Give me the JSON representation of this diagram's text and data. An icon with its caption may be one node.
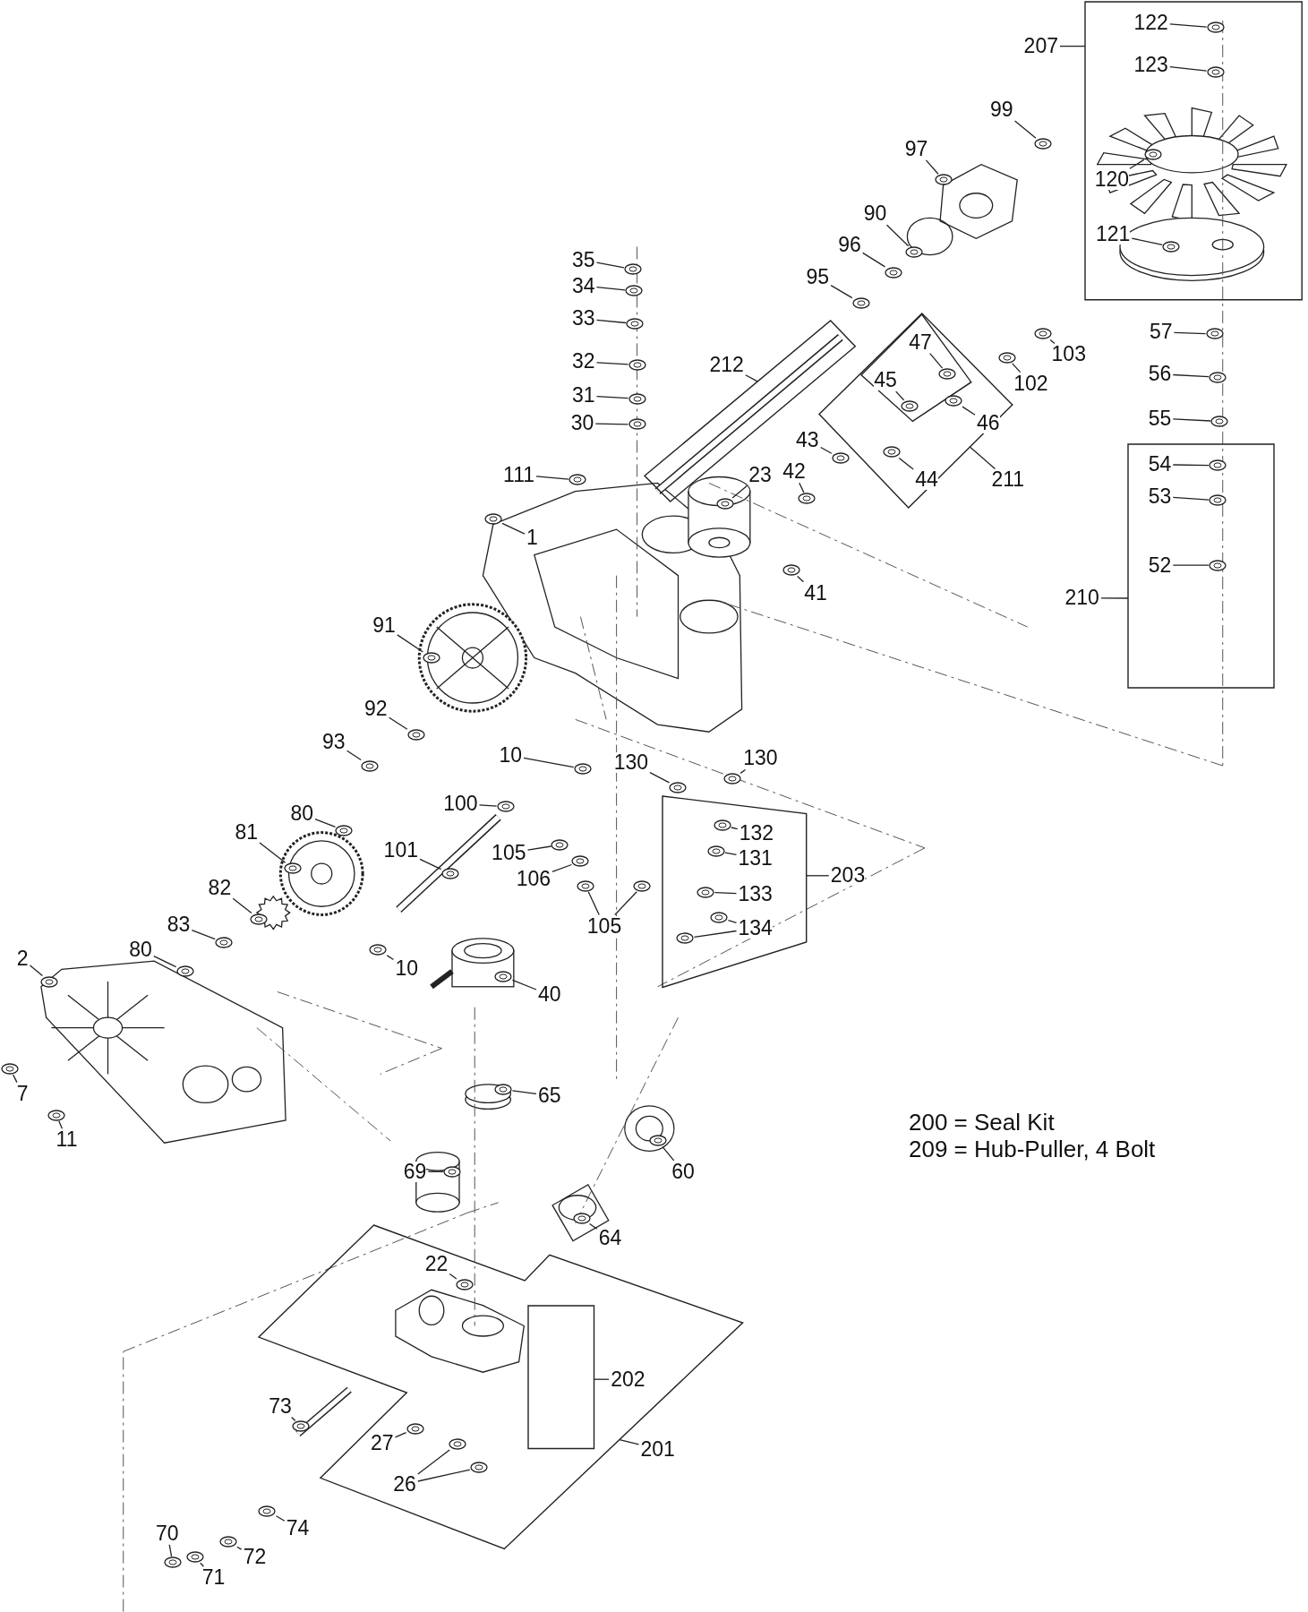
{
  "diagram": {
    "nodes": [
      {
        "text": [],
        "shape": "box"
      },
      {
        "text": [
          "122"
        ],
        "in": 0
      },
      {
        "text": [
          "123"
        ],
        "in": 0
      },
      {
        "text": [
          "120"
        ],
        "in": 0
      },
      {
        "text": [
          "121"
        ],
        "in": 0
      },
      {
        "text": [
          "207"
        ]
      },
      {
        "text": [
          "99"
        ]
      },
      {
        "text": [
          "97"
        ]
      },
      {
        "text": [
          "90"
        ]
      },
      {
        "text": [
          "96"
        ]
      },
      {
        "text": [
          "95"
        ]
      },
      {
        "text": [
          "35"
        ]
      },
      {
        "text": [
          "34"
        ]
      },
      {
        "text": [
          "33"
        ]
      },
      {
        "text": [
          "32"
        ]
      },
      {
        "text": [
          "31"
        ]
      },
      {
        "text": [
          "30"
        ]
      },
      {
        "text": [
          "57"
        ]
      },
      {
        "text": [
          "56"
        ]
      },
      {
        "text": [
          "55"
        ]
      },
      {
        "text": [
          "103"
        ]
      },
      {
        "text": [
          "102"
        ]
      },
      {
        "text": [],
        "shape": "box"
      },
      {
        "text": [
          "212"
        ]
      },
      {
        "text": [],
        "shape": "diamond"
      },
      {
        "text": [],
        "shape": "box",
        "in": 24
      },
      {
        "text": [
          "47"
        ],
        "in": 25
      },
      {
        "text": [
          "45"
        ],
        "in": 25
      },
      {
        "text": [
          "46"
        ],
        "in": 24
      },
      {
        "text": [
          "44"
        ],
        "in": 24
      },
      {
        "text": [
          "211"
        ]
      },
      {
        "text": [
          "43"
        ]
      },
      {
        "text": [
          "42"
        ]
      },
      {
        "text": [
          "23"
        ]
      },
      {
        "text": [
          "111"
        ]
      },
      {
        "text": [],
        "shape": "box"
      },
      {
        "text": [
          "54"
        ],
        "in": 35
      },
      {
        "text": [
          "53"
        ],
        "in": 35
      },
      {
        "text": [
          "52"
        ],
        "in": 35
      },
      {
        "text": [
          "210"
        ]
      },
      {
        "text": [
          "41"
        ]
      },
      {
        "text": [
          "1"
        ]
      },
      {
        "text": [
          "91"
        ]
      },
      {
        "text": [
          "92"
        ]
      },
      {
        "text": [
          "93"
        ]
      },
      {
        "text": [
          "10"
        ]
      },
      {
        "text": [
          "100"
        ]
      },
      {
        "text": [
          "130"
        ]
      },
      {
        "text": [
          "130"
        ]
      },
      {
        "text": [],
        "shape": "box"
      },
      {
        "text": [
          "132"
        ],
        "in": 49
      },
      {
        "text": [
          "131"
        ],
        "in": 49
      },
      {
        "text": [
          "133"
        ],
        "in": 49
      },
      {
        "text": [
          "134"
        ],
        "in": 49
      },
      {
        "text": [
          "203"
        ]
      },
      {
        "text": [
          "80"
        ]
      },
      {
        "text": [
          "81"
        ]
      },
      {
        "text": [
          "101"
        ]
      },
      {
        "text": [
          "105"
        ]
      },
      {
        "text": [
          "106"
        ]
      },
      {
        "text": [
          "105"
        ]
      },
      {
        "text": [
          "82"
        ]
      },
      {
        "text": [
          "83"
        ]
      },
      {
        "text": [
          "80"
        ]
      },
      {
        "text": [
          "10"
        ]
      },
      {
        "text": [
          "2"
        ]
      },
      {
        "text": [
          "40"
        ]
      },
      {
        "text": [
          "7"
        ]
      },
      {
        "text": [
          "11"
        ]
      },
      {
        "text": [
          "65"
        ]
      },
      {
        "text": [
          "60"
        ]
      },
      {
        "text": [
          "69"
        ]
      },
      {
        "text": [
          "64"
        ]
      },
      {
        "text": [],
        "shape": "box"
      },
      {
        "text": [
          "22"
        ],
        "in": 73
      },
      {
        "text": [],
        "shape": "box",
        "in": 73
      },
      {
        "text": [
          "202"
        ],
        "in": 73
      },
      {
        "text": [
          "27"
        ],
        "in": 73
      },
      {
        "text": [
          "26"
        ],
        "in": 73
      },
      {
        "text": [
          "73"
        ]
      },
      {
        "text": [
          "201"
        ]
      },
      {
        "text": [
          "74"
        ]
      },
      {
        "text": [
          "70"
        ]
      },
      {
        "text": [
          "72"
        ]
      },
      {
        "text": [
          "71"
        ]
      },
      {
        "text": [],
        "shape": "picture",
        "in": 0
      },
      {
        "text": [],
        "shape": "picture",
        "in": 0
      },
      {
        "text": [],
        "shape": "picture",
        "in": 0
      },
      {
        "text": [],
        "shape": "picture",
        "in": 0
      },
      {
        "text": [],
        "shape": "picture"
      },
      {
        "text": [],
        "shape": "picture"
      },
      {
        "text": [],
        "shape": "picture"
      },
      {
        "text": [],
        "shape": "picture"
      },
      {
        "text": [],
        "shape": "picture"
      },
      {
        "text": [],
        "shape": "picture"
      },
      {
        "text": [],
        "shape": "picture"
      },
      {
        "text": [],
        "shape": "picture"
      },
      {
        "text": [],
        "shape": "picture"
      },
      {
        "text": [],
        "shape": "picture"
      },
      {
        "text": [],
        "shape": "picture"
      },
      {
        "text": [],
        "shape": "picture"
      },
      {
        "text": [],
        "shape": "picture"
      },
      {
        "text": [],
        "shape": "picture"
      },
      {
        "text": [],
        "shape": "picture"
      },
      {
        "text": [],
        "shape": "picture"
      },
      {
        "text": [],
        "shape": "picture",
        "in": 25
      },
      {
        "text": [],
        "shape": "picture",
        "in": 25
      },
      {
        "text": [],
        "shape": "picture",
        "in": 24
      },
      {
        "text": [],
        "shape": "picture",
        "in": 24
      },
      {
        "text": [],
        "shape": "picture"
      },
      {
        "text": [],
        "shape": "picture"
      },
      {
        "text": [],
        "shape": "picture"
      },
      {
        "text": [],
        "shape": "picture"
      },
      {
        "text": [],
        "shape": "picture",
        "in": 35
      },
      {
        "text": [],
        "shape": "picture",
        "in": 35
      },
      {
        "text": [],
        "shape": "picture",
        "in": 35
      },
      {
        "text": [],
        "shape": "picture"
      },
      {
        "text": [],
        "shape": "picture"
      },
      {
        "text": [],
        "shape": "picture"
      },
      {
        "text": [],
        "shape": "picture"
      },
      {
        "text": [],
        "shape": "picture"
      },
      {
        "text": [],
        "shape": "picture"
      },
      {
        "text": [],
        "shape": "picture"
      },
      {
        "text": [],
        "shape": "picture"
      },
      {
        "text": [],
        "shape": "picture"
      },
      {
        "text": [],
        "shape": "picture",
        "in": 49
      },
      {
        "text": [],
        "shape": "picture",
        "in": 49
      },
      {
        "text": [],
        "shape": "picture",
        "in": 49
      },
      {
        "text": [],
        "shape": "picture",
        "in": 49
      },
      {
        "text": [],
        "shape": "picture",
        "in": 49
      },
      {
        "text": [],
        "shape": "picture"
      },
      {
        "text": [],
        "shape": "picture"
      },
      {
        "text": [],
        "shape": "picture"
      },
      {
        "text": [],
        "shape": "picture"
      },
      {
        "text": [],
        "shape": "picture"
      },
      {
        "text": [],
        "shape": "picture"
      },
      {
        "text": [],
        "shape": "picture"
      },
      {
        "text": [],
        "shape": "picture"
      },
      {
        "text": [],
        "shape": "picture"
      },
      {
        "text": [],
        "shape": "picture"
      },
      {
        "text": [],
        "shape": "picture"
      },
      {
        "text": [],
        "shape": "picture"
      },
      {
        "text": [],
        "shape": "picture"
      },
      {
        "text": [],
        "shape": "picture"
      },
      {
        "text": [],
        "shape": "picture"
      },
      {
        "text": [],
        "shape": "picture"
      },
      {
        "text": [],
        "shape": "picture"
      },
      {
        "text": [],
        "shape": "picture"
      },
      {
        "text": [],
        "shape": "picture"
      },
      {
        "text": [],
        "shape": "picture",
        "in": 73
      },
      {
        "text": [],
        "shape": "picture",
        "in": 73
      },
      {
        "text": [],
        "shape": "picture",
        "in": 73
      },
      {
        "text": [],
        "shape": "picture",
        "in": 73
      },
      {
        "text": [],
        "shape": "picture"
      },
      {
        "text": [],
        "shape": "picture"
      },
      {
        "text": [],
        "shape": "picture"
      },
      {
        "text": [],
        "shape": "picture"
      },
      {
        "text": [],
        "shape": "picture"
      }
    ],
    "edges": [
      {
        "from": 1,
        "to": 85,
        "arrow": "none"
      },
      {
        "from": 2,
        "to": 86,
        "arrow": "none"
      },
      {
        "from": 3,
        "to": 87,
        "arrow": "none"
      },
      {
        "from": 4,
        "to": 88,
        "arrow": "none"
      },
      {
        "from": 5,
        "to": 0,
        "arrow": "none"
      },
      {
        "from": 6,
        "to": 89,
        "arrow": "none"
      },
      {
        "from": 7,
        "to": 90,
        "arrow": "none"
      },
      {
        "from": 8,
        "to": 91,
        "arrow": "none"
      },
      {
        "from": 9,
        "to": 92,
        "arrow": "none"
      },
      {
        "from": 10,
        "to": 93,
        "arrow": "none"
      },
      {
        "from": 11,
        "to": 94,
        "arrow": "none"
      },
      {
        "from": 12,
        "to": 95,
        "arrow": "none"
      },
      {
        "from": 13,
        "to": 96,
        "arrow": "none"
      },
      {
        "from": 14,
        "to": 97,
        "arrow": "none"
      },
      {
        "from": 15,
        "to": 98,
        "arrow": "none"
      },
      {
        "from": 16,
        "to": 99,
        "arrow": "none"
      },
      {
        "from": 17,
        "to": 100,
        "arrow": "none"
      },
      {
        "from": 18,
        "to": 101,
        "arrow": "none"
      },
      {
        "from": 19,
        "to": 102,
        "arrow": "none"
      },
      {
        "from": 20,
        "to": 103,
        "arrow": "none"
      },
      {
        "from": 21,
        "to": 104,
        "arrow": "none"
      },
      {
        "from": 23,
        "to": 22,
        "arrow": "none"
      },
      {
        "from": 26,
        "to": 105,
        "arrow": "none"
      },
      {
        "from": 27,
        "to": 106,
        "arrow": "none"
      },
      {
        "from": 28,
        "to": 107,
        "arrow": "none"
      },
      {
        "from": 29,
        "to": 108,
        "arrow": "none"
      },
      {
        "from": 30,
        "to": 24,
        "arrow": "none"
      },
      {
        "from": 31,
        "to": 109,
        "arrow": "none"
      },
      {
        "from": 32,
        "to": 110,
        "arrow": "none"
      },
      {
        "from": 33,
        "to": 111,
        "arrow": "none"
      },
      {
        "from": 34,
        "to": 112,
        "arrow": "none"
      },
      {
        "from": 36,
        "to": 113,
        "arrow": "none"
      },
      {
        "from": 37,
        "to": 114,
        "arrow": "none"
      },
      {
        "from": 38,
        "to": 115,
        "arrow": "none"
      },
      {
        "from": 39,
        "to": 35,
        "arrow": "none"
      },
      {
        "from": 40,
        "to": 116,
        "arrow": "none"
      },
      {
        "from": 41,
        "to": 117,
        "arrow": "none"
      },
      {
        "from": 42,
        "to": 118,
        "arrow": "none"
      },
      {
        "from": 43,
        "to": 119,
        "arrow": "none"
      },
      {
        "from": 44,
        "to": 120,
        "arrow": "none"
      },
      {
        "from": 45,
        "to": 121,
        "arrow": "none"
      },
      {
        "from": 46,
        "to": 122,
        "arrow": "none"
      },
      {
        "from": 47,
        "to": 123,
        "arrow": "none"
      },
      {
        "from": 48,
        "to": 124,
        "arrow": "none"
      },
      {
        "from": 50,
        "to": 125,
        "arrow": "none"
      },
      {
        "from": 51,
        "to": 126,
        "arrow": "none"
      },
      {
        "from": 52,
        "to": 127,
        "arrow": "none"
      },
      {
        "from": 53,
        "to": 128,
        "arrow": "none"
      },
      {
        "from": 53,
        "to": 129,
        "arrow": "none"
      },
      {
        "from": 54,
        "to": 49,
        "arrow": "none"
      },
      {
        "from": 55,
        "to": 130,
        "arrow": "none"
      },
      {
        "from": 56,
        "to": 131,
        "arrow": "none"
      },
      {
        "from": 57,
        "to": 132,
        "arrow": "none"
      },
      {
        "from": 58,
        "to": 133,
        "arrow": "none"
      },
      {
        "from": 59,
        "to": 134,
        "arrow": "none"
      },
      {
        "from": 60,
        "to": 135,
        "arrow": "none"
      },
      {
        "from": 60,
        "to": 136,
        "arrow": "none"
      },
      {
        "from": 61,
        "to": 137,
        "arrow": "none"
      },
      {
        "from": 62,
        "to": 138,
        "arrow": "none"
      },
      {
        "from": 63,
        "to": 139,
        "arrow": "none"
      },
      {
        "from": 64,
        "to": 140,
        "arrow": "none"
      },
      {
        "from": 65,
        "to": 141,
        "arrow": "none"
      },
      {
        "from": 66,
        "to": 142,
        "arrow": "none"
      },
      {
        "from": 67,
        "to": 143,
        "arrow": "none"
      },
      {
        "from": 68,
        "to": 144,
        "arrow": "none"
      },
      {
        "from": 69,
        "to": 145,
        "arrow": "none"
      },
      {
        "from": 70,
        "to": 146,
        "arrow": "none"
      },
      {
        "from": 71,
        "to": 147,
        "arrow": "none"
      },
      {
        "from": 72,
        "to": 148,
        "arrow": "none"
      },
      {
        "from": 74,
        "to": 149,
        "arrow": "none"
      },
      {
        "from": 76,
        "to": 75,
        "arrow": "none"
      },
      {
        "from": 77,
        "to": 150,
        "arrow": "none"
      },
      {
        "from": 78,
        "to": 151,
        "arrow": "none"
      },
      {
        "from": 78,
        "to": 152,
        "arrow": "none"
      },
      {
        "from": 79,
        "to": 153,
        "arrow": "none"
      },
      {
        "from": 80,
        "to": 73,
        "arrow": "none"
      },
      {
        "from": 81,
        "to": 154,
        "arrow": "none"
      },
      {
        "from": 82,
        "to": 155,
        "arrow": "none"
      },
      {
        "from": 83,
        "to": 156,
        "arrow": "none"
      },
      {
        "from": 84,
        "to": 157,
        "arrow": "none"
      }
    ],
    "labels": [
      "200 = Seal Kit",
      "209 = Hub-Puller, 4 Bolt"
    ]
  }
}
